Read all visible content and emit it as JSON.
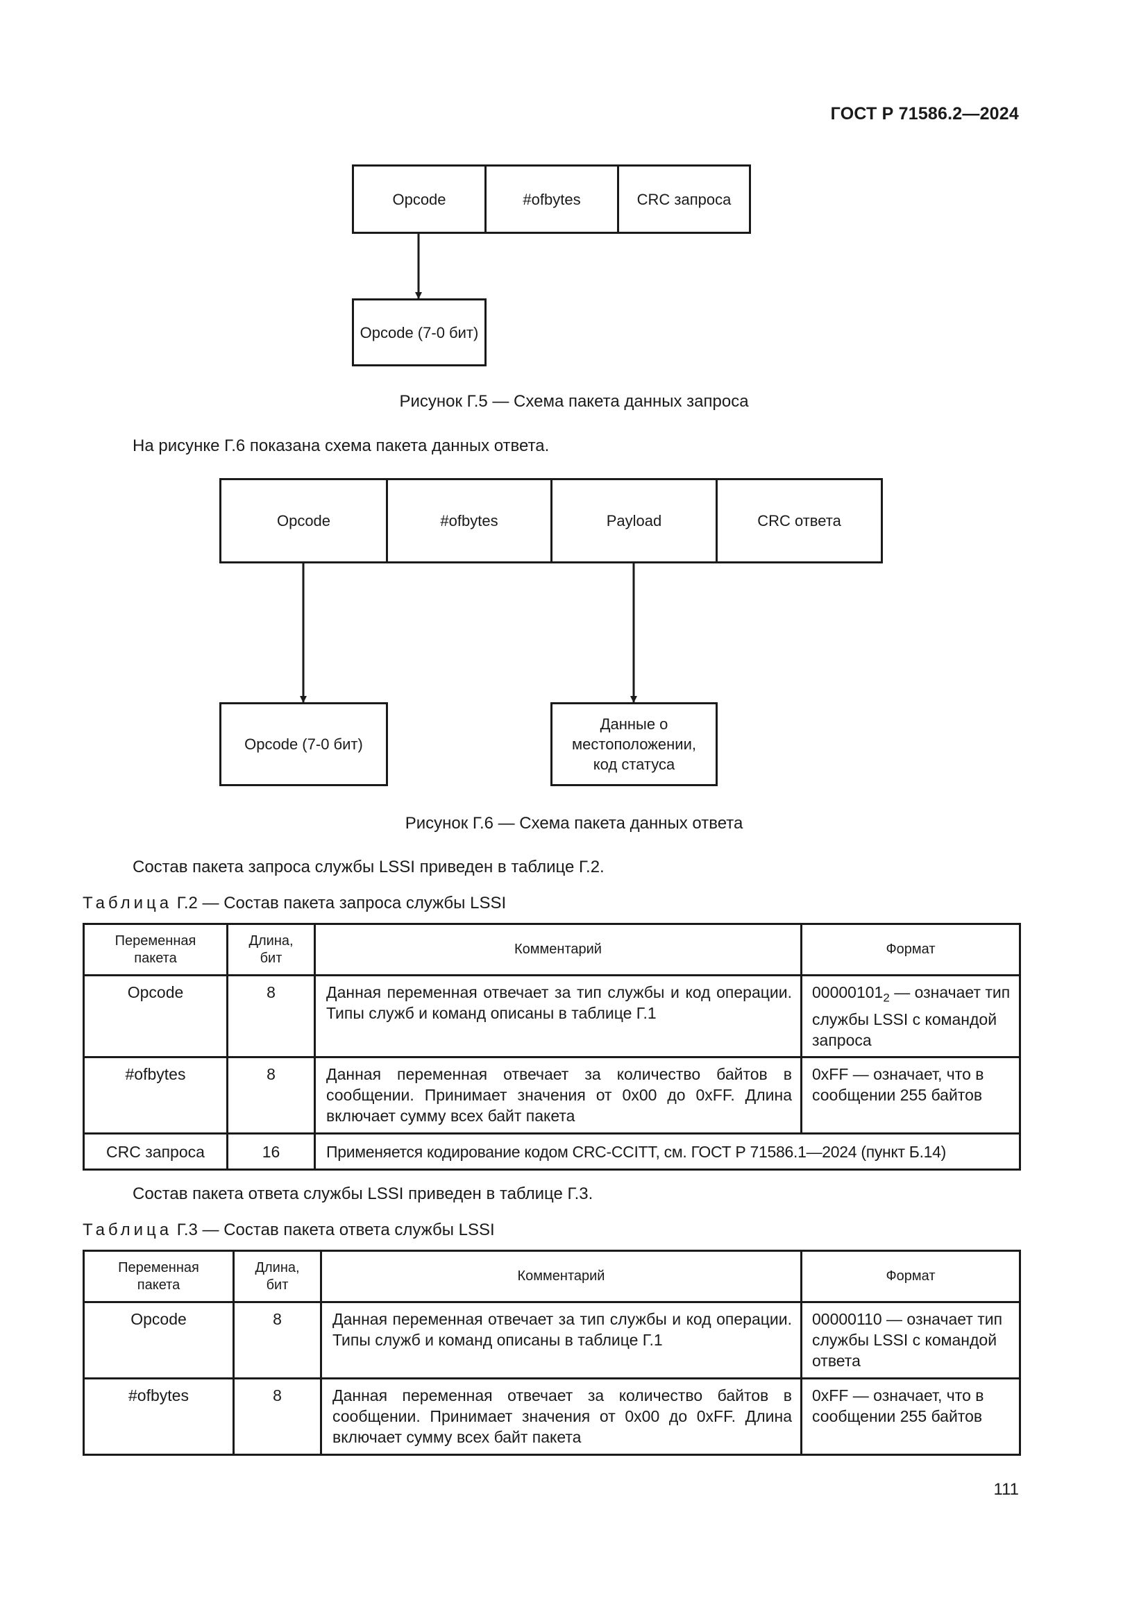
{
  "header": {
    "standard": "ГОСТ Р 71586.2—2024"
  },
  "figure_g5": {
    "top_fields": [
      "Opcode",
      "#ofbytes",
      "CRC запроса"
    ],
    "sub_box": "Opcode (7-0 бит)",
    "caption": "Рисунок Г.5 — Схема пакета данных запроса"
  },
  "intro_g6": "На рисунке Г.6 показана схема пакета данных ответа.",
  "figure_g6": {
    "top_fields": [
      "Opcode",
      "#ofbytes",
      "Payload",
      "CRC ответа"
    ],
    "sub_box_left": "Opcode (7-0 бит)",
    "sub_box_right_lines": [
      "Данные о",
      "местоположении,",
      "код статуса"
    ],
    "caption": "Рисунок Г.6 — Схема пакета данных ответа"
  },
  "intro_t2": "Состав пакета запроса службы LSSI приведен в таблице Г.2.",
  "table_g2": {
    "caption_word": "Таблица",
    "caption_rest": "Г.2 — Состав пакета запроса службы LSSI",
    "headers": [
      "Переменная пакета",
      "Длина, бит",
      "Комментарий",
      "Формат"
    ],
    "rows": [
      {
        "variable": "Opcode",
        "length": "8",
        "comment": "Данная переменная отвечает за тип службы и код операции. Типы служб и команд описаны в таблице Г.1",
        "format_main": "00000101",
        "format_sub": "2",
        "format_rest": " — означает тип службы LSSI с командой запроса"
      },
      {
        "variable": "#ofbytes",
        "length": "8",
        "comment": "Данная переменная отвечает за количество байтов в сообщении. Принимает значения от 0х00 до 0хFF. Длина включает сумму всех байт пакета",
        "format": "0xFF — означает, что в сообщении 255 байтов"
      },
      {
        "variable": "CRC запроса",
        "length": "16",
        "comment": "Применяется кодирование кодом CRC-CCITT, см. ГОСТ Р 71586.1—2024 (пункт Б.14)"
      }
    ]
  },
  "intro_t3": "Состав пакета ответа службы LSSI приведен в таблице Г.3.",
  "table_g3": {
    "caption_word": "Таблица",
    "caption_rest": "Г.3 — Состав пакета ответа службы LSSI",
    "headers": [
      "Переменная пакета",
      "Длина, бит",
      "Комментарий",
      "Формат"
    ],
    "rows": [
      {
        "variable": "Opcode",
        "length": "8",
        "comment": "Данная переменная отвечает за тип службы и код операции. Типы служб и команд описаны в таблице Г.1",
        "format": "00000110 — означает тип службы LSSI с командой ответа"
      },
      {
        "variable": "#ofbytes",
        "length": "8",
        "comment": "Данная переменная отвечает за количество байтов в сообщении. Принимает значения от 0х00 до 0хFF. Длина включает сумму всех байт пакета",
        "format": "0xFF — означает, что в сообщении 255 байтов"
      }
    ]
  },
  "page_number": "111"
}
